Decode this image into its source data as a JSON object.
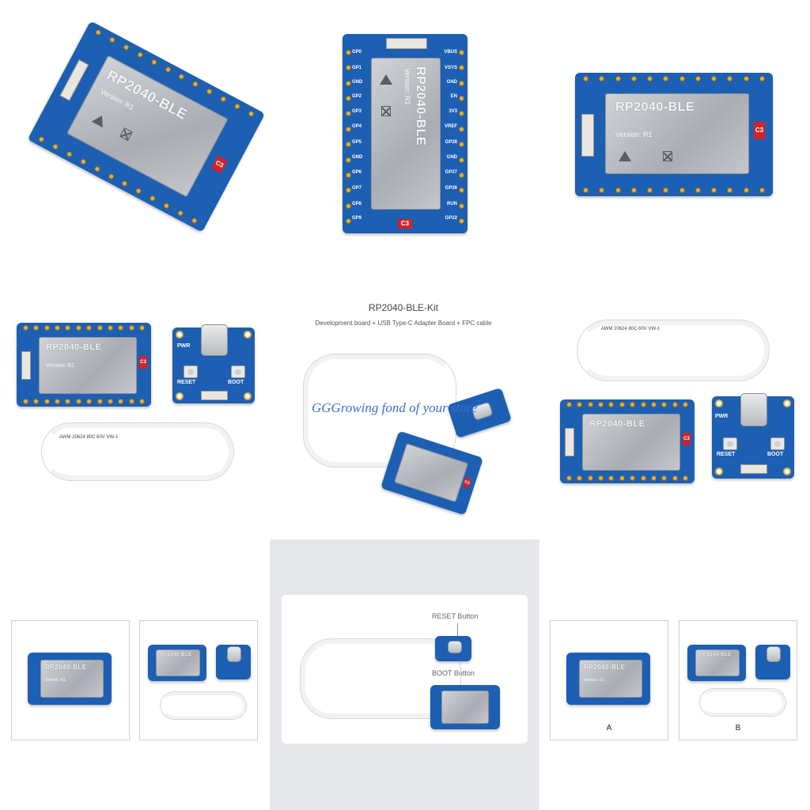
{
  "board": {
    "title": "RP2040-BLE",
    "version": "Version: R1",
    "tag": "C3",
    "pins_left": [
      "GP0",
      "GP1",
      "GND",
      "GP2",
      "GP3",
      "GP4",
      "GP5",
      "GND",
      "GP6",
      "GP7",
      "GP8",
      "GP9"
    ],
    "pins_right": [
      "VBUS",
      "VSYS",
      "GND",
      "EN",
      "3V3",
      "VREF",
      "GP28",
      "GND",
      "GP27",
      "GP26",
      "RUN",
      "GP22"
    ]
  },
  "adapter": {
    "pwr": "PWR",
    "reset": "RESET",
    "boot": "BOOT"
  },
  "kit": {
    "title": "RP2040-BLE-Kit",
    "subtitle": "Development board + USB Type-C Adapter Board + FPC cable"
  },
  "cable_print": "AWM 20624 80C 60V VW-1",
  "watermark": "GGGrowing fond of your store",
  "callouts": {
    "reset": "RESET Button",
    "boot": "BOOT Button"
  },
  "options": {
    "a": "A",
    "b": "B"
  },
  "colors": {
    "pcb": "#1d5fb3",
    "gold": "#d9b04a",
    "shield": "#b8bcc1",
    "tag_red": "#d2232a"
  }
}
